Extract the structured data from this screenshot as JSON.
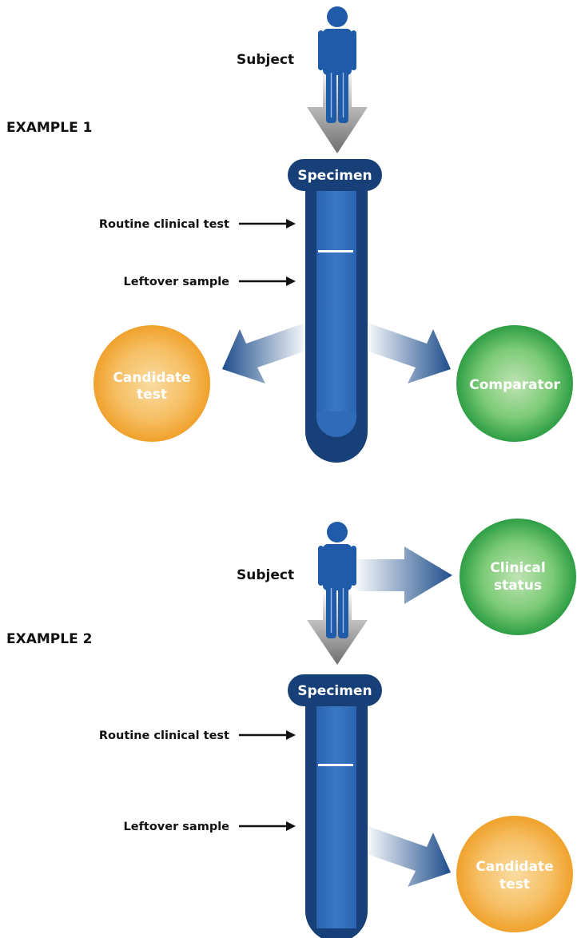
{
  "examples": [
    {
      "title": "EXAMPLE 1",
      "subject_label": "Subject",
      "specimen_label": "Specimen",
      "routine_label": "Routine clinical test",
      "leftover_label": "Leftover sample",
      "left_circle": [
        "Candidate",
        "test"
      ],
      "right_circle": [
        "Comparator"
      ]
    },
    {
      "title": "EXAMPLE 2",
      "subject_label": "Subject",
      "specimen_label": "Specimen",
      "routine_label": "Routine clinical test",
      "leftover_label": "Leftover sample",
      "status_circle": [
        "Clinical",
        "status"
      ],
      "right_circle": [
        "Candidate",
        "test"
      ]
    }
  ],
  "colors": {
    "tube_outer": "#173f78",
    "tube_inner": "#2f6bb8",
    "person": "#1f5ba8",
    "orange": "#f3a530",
    "green": "#3aa84b",
    "down_arrow": "#777777"
  }
}
